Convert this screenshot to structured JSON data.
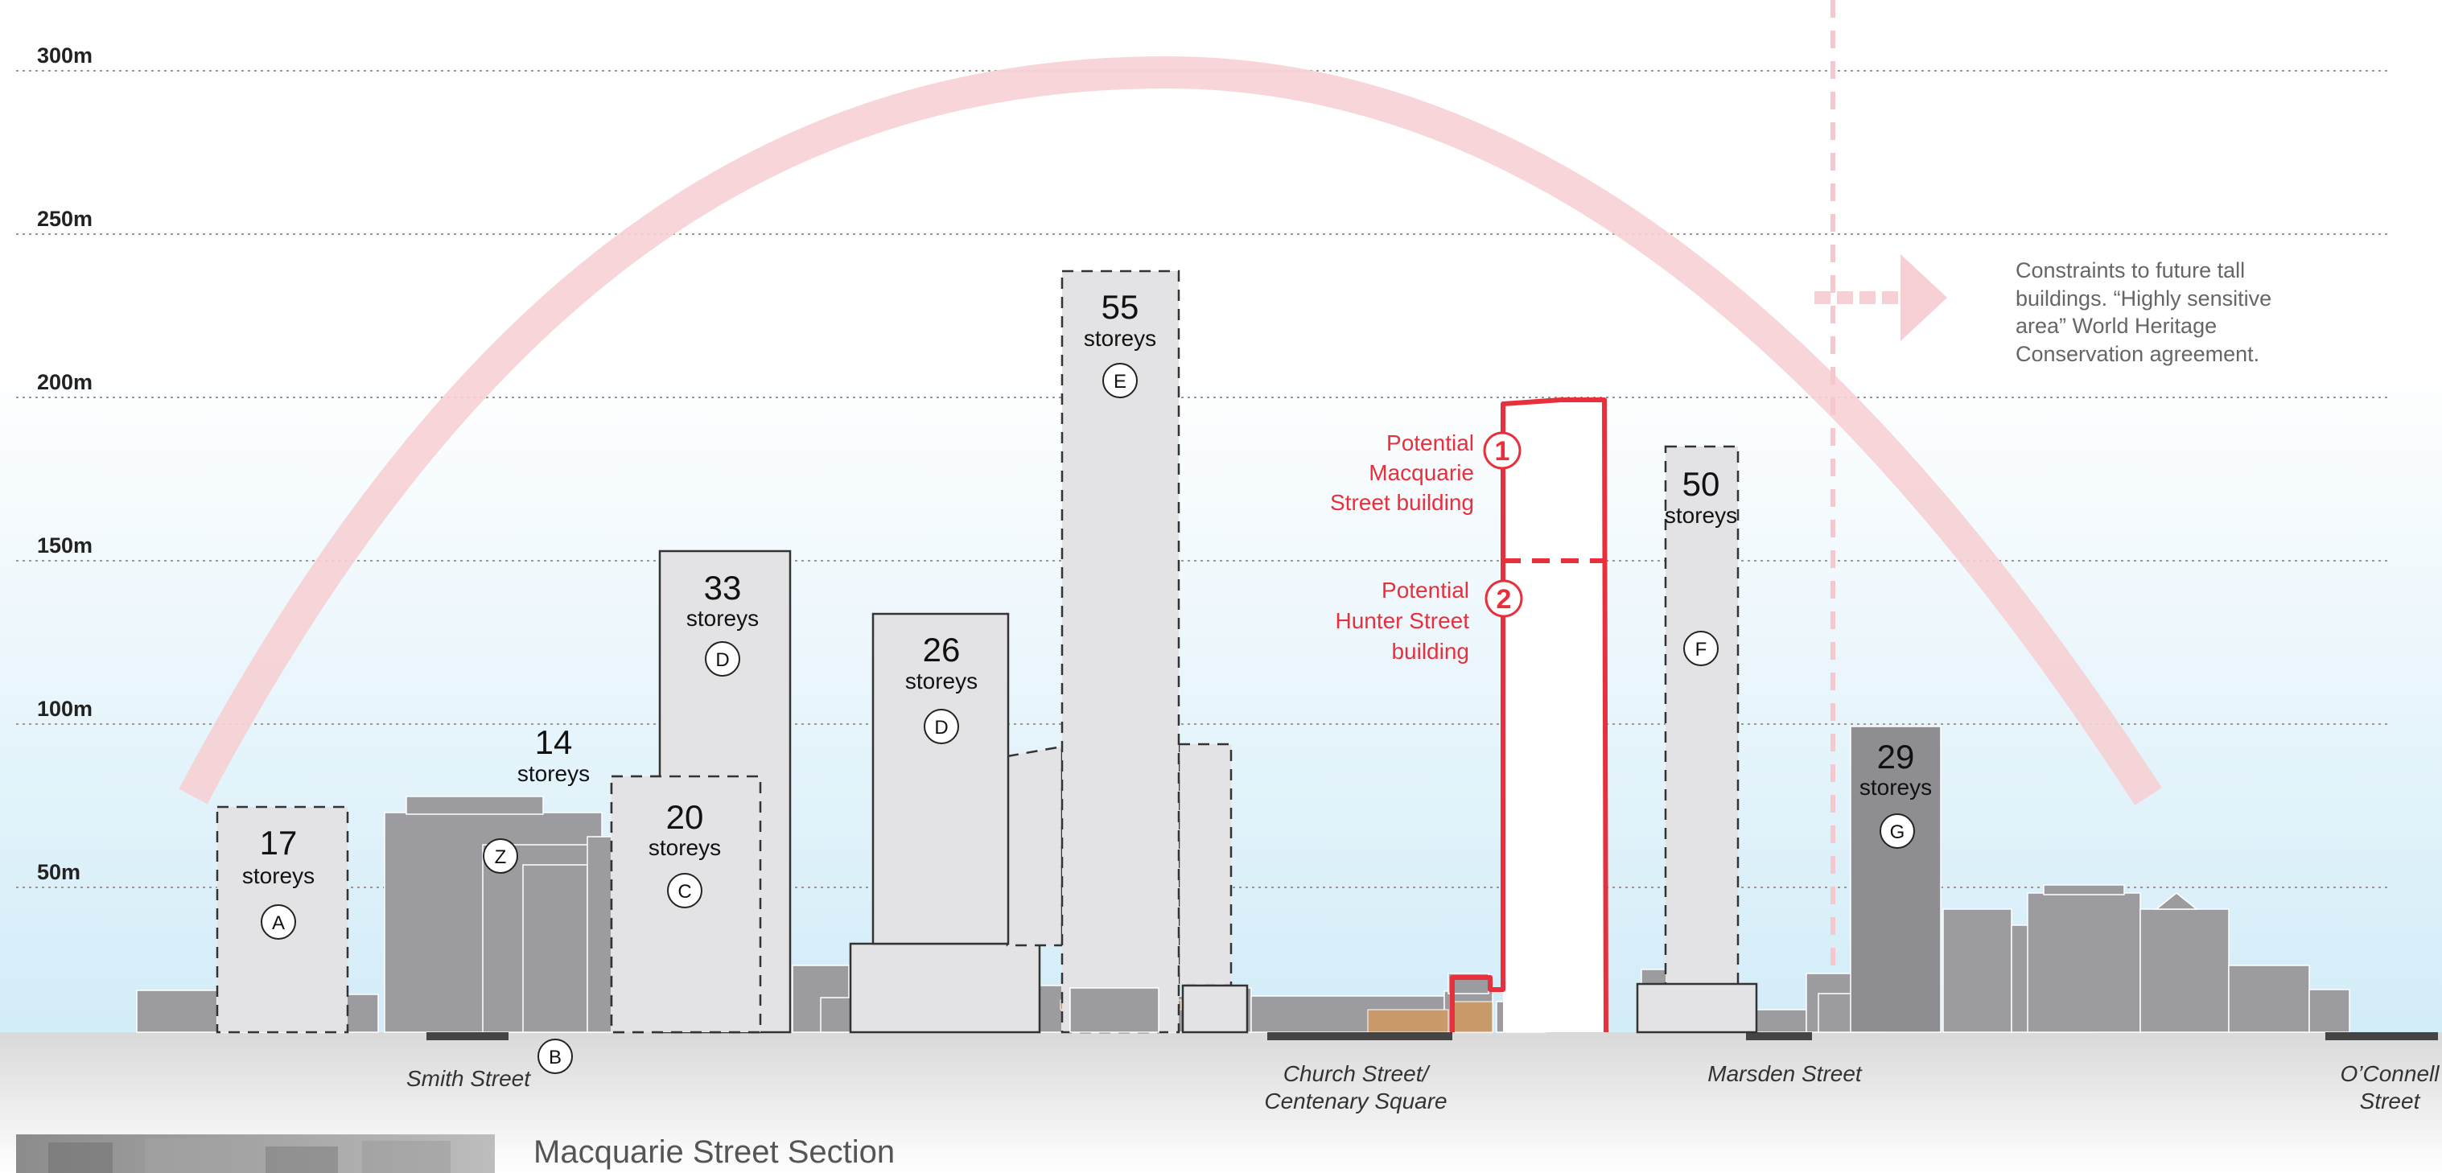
{
  "y_axis": {
    "ticks": [
      {
        "label": "300m",
        "value": 300
      },
      {
        "label": "250m",
        "value": 250
      },
      {
        "label": "200m",
        "value": 200
      },
      {
        "label": "150m",
        "value": 150
      },
      {
        "label": "100m",
        "value": 100
      },
      {
        "label": "50m",
        "value": 50
      }
    ]
  },
  "buildings": [
    {
      "id": "bldg-17",
      "storeys": "17",
      "unit": "storeys",
      "marker": "A"
    },
    {
      "id": "bldg-14",
      "storeys": "14",
      "unit": "storeys",
      "marker": "Z"
    },
    {
      "id": "bldg-20",
      "storeys": "20",
      "unit": "storeys",
      "marker": "C"
    },
    {
      "id": "bldg-33",
      "storeys": "33",
      "unit": "storeys",
      "marker": "D"
    },
    {
      "id": "bldg-26",
      "storeys": "26",
      "unit": "storeys",
      "marker": "D"
    },
    {
      "id": "bldg-55",
      "storeys": "55",
      "unit": "storeys",
      "marker": "E"
    },
    {
      "id": "bldg-50",
      "storeys": "50",
      "unit": "storeys",
      "marker": "F"
    },
    {
      "id": "bldg-29",
      "storeys": "29",
      "unit": "storeys",
      "marker": "G"
    }
  ],
  "marker_b": "B",
  "proposals": {
    "macquarie": {
      "number": "1",
      "line1": "Potential",
      "line2": "Macquarie",
      "line3": "Street building"
    },
    "hunter": {
      "number": "2",
      "line1": "Potential",
      "line2": "Hunter Street",
      "line3": "building"
    }
  },
  "streets": {
    "smith": "Smith Street",
    "church_line1": "Church Street/",
    "church_line2": "Centenary Square",
    "marsden": "Marsden Street",
    "oconnell_line1": "O’Connell",
    "oconnell_line2": "Street"
  },
  "constraint_note": {
    "line1": "Constraints to future tall",
    "line2": "buildings. “Highly sensitive",
    "line3": "area” World Heritage",
    "line4": "Conservation agreement."
  },
  "section_title": "Macquarie Street Section",
  "colors": {
    "proposal_red": "#e8303d",
    "building_fill": "#e3e3e5",
    "context_grey": "#9c9ca0",
    "heritage_brown": "#c99a6a",
    "sky_blue": "#d7eef9",
    "arc_pink": "#f6d0d4"
  }
}
